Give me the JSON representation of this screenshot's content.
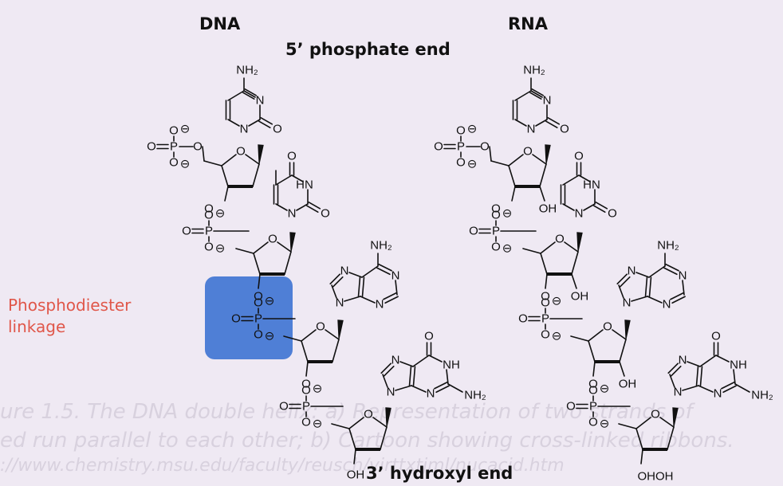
{
  "titles": {
    "dna": "DNA",
    "rna": "RNA",
    "five_prime": "5’ phosphate end",
    "three_prime": "3’ hydroxyl end"
  },
  "annotation": {
    "line1": "Phosphodiester",
    "line2": "linkage",
    "text_color": "#e0574a",
    "highlight_color": "#4f7fd6"
  },
  "atoms": {
    "nh2": "NH₂",
    "nh": "NH",
    "hn": "HN",
    "n": "N",
    "o": "O",
    "oh": "OH",
    "ohoh": "OHOH",
    "p": "P",
    "minus": "⊖"
  },
  "background_caption": {
    "line1": "ure 1.5. The DNA double helix: a) Representation of two strands of",
    "line2": "ed run parallel to each other; b) Cartoon showing cross-linked ribbons.",
    "line3": "://www.chemistry.msu.edu/faculty/reusch/virttxtjml/nucacid.htm"
  }
}
